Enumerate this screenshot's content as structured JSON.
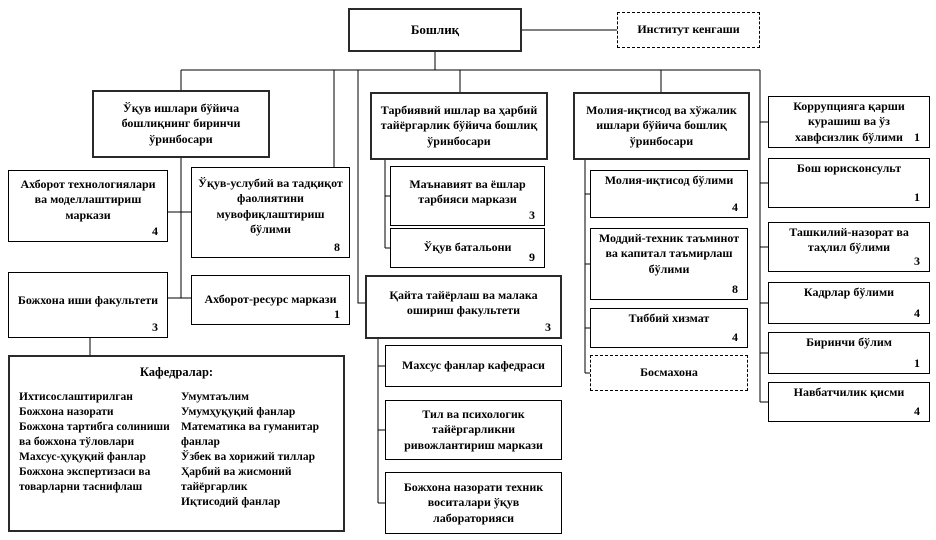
{
  "chart": {
    "root": {
      "label": "Бошлиқ"
    },
    "council": {
      "label": "Институт кенгаши"
    },
    "deputies": {
      "edu": {
        "label": "Ўқув ишлари бўйича бошлиқнинг биринчи ўринбосари"
      },
      "military": {
        "label": "Тарбиявий ишлар ва ҳарбий тайёргарлик бўйича бошлиқ ўринбосари"
      },
      "finance": {
        "label": "Молия-иқтисод ва хўжалик ишлари бўйича бошлиқ ўринбосари"
      }
    },
    "edu_units": {
      "it_center": {
        "label": "Ахборот технологиялари ва моделлаштириш маркази",
        "count": "4"
      },
      "methodical": {
        "label": "Ўқув-услубий ва тадқиқот фаолиятини мувофиқлаштириш бўлими",
        "count": "8"
      },
      "customs_faculty": {
        "label": "Божхона иши факультети",
        "count": "3"
      },
      "resource_center": {
        "label": "Ахборот-ресурс маркази",
        "count": "1"
      }
    },
    "kafedralar": {
      "title": "Кафедралар:",
      "col1": {
        "header": "Ихтисослаштирилган",
        "items": [
          "Божхона назорати",
          "Божхона тартибга солиниши ва божхона тўловлари",
          "Махсус-ҳуқуқий фанлар",
          "Божхона экспертизаси ва товарларни таснифлаш"
        ]
      },
      "col2": {
        "header": "Умумтаълим",
        "items": [
          "Умумҳуқуқий фанлар",
          "Математика ва гуманитар фанлар",
          "Ўзбек ва хорижий тиллар",
          "Ҳарбий ва жисмоний тайёргарлик",
          "Иқтисодий фанлар"
        ]
      }
    },
    "military_units": {
      "manaviyat": {
        "label": "Маънавият ва ёшлар тарбияси маркази",
        "count": "3"
      },
      "batalon": {
        "label": "Ўқув батальони",
        "count": "9"
      },
      "retraining": {
        "label": "Қайта тайёрлаш ва малака ошириш факультети",
        "count": "3"
      },
      "special_dept": {
        "label": "Махсус фанлар кафедраси"
      },
      "language_center": {
        "label": "Тил ва психологик тайёргарликни ривожлантириш маркази"
      },
      "tech_lab": {
        "label": "Божхона назорати техник воситалари ўқув лабораторияси"
      }
    },
    "finance_units": {
      "moliya": {
        "label": "Молия-иқтисод бўлими",
        "count": "4"
      },
      "moddiy": {
        "label": "Моддий-техник таъминот ва капитал таъмирлаш бўлими",
        "count": "8"
      },
      "tibbiy": {
        "label": "Тиббий хизмат",
        "count": "4"
      },
      "bosmaxona": {
        "label": "Босмахона"
      }
    },
    "staff_units": [
      {
        "label": "Коррупцияга қарши курашиш ва ўз хавфсизлик бўлими",
        "count": "1"
      },
      {
        "label": "Бош юрисконсульт",
        "count": "1"
      },
      {
        "label": "Ташкилий-назорат ва таҳлил бўлими",
        "count": "3"
      },
      {
        "label": "Кадрлар бўлими",
        "count": "4"
      },
      {
        "label": "Биринчи бўлим",
        "count": "1"
      },
      {
        "label": "Навбатчилик қисми",
        "count": "4"
      }
    ],
    "colors": {
      "line": "#000000",
      "border": "#000000",
      "background": "#ffffff"
    }
  }
}
